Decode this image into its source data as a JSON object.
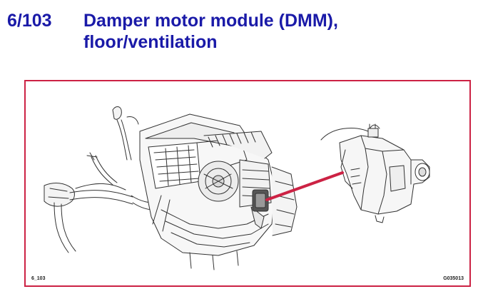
{
  "heading": {
    "number": "6/103",
    "title_line1": "Damper motor module (DMM),",
    "title_line2": "floor/ventilation"
  },
  "figure": {
    "caption_left": "6_103",
    "caption_right": "G035013",
    "frame_color": "#cc2244",
    "pointer_color": "#cc2244",
    "title_color": "#1a1aa8"
  }
}
